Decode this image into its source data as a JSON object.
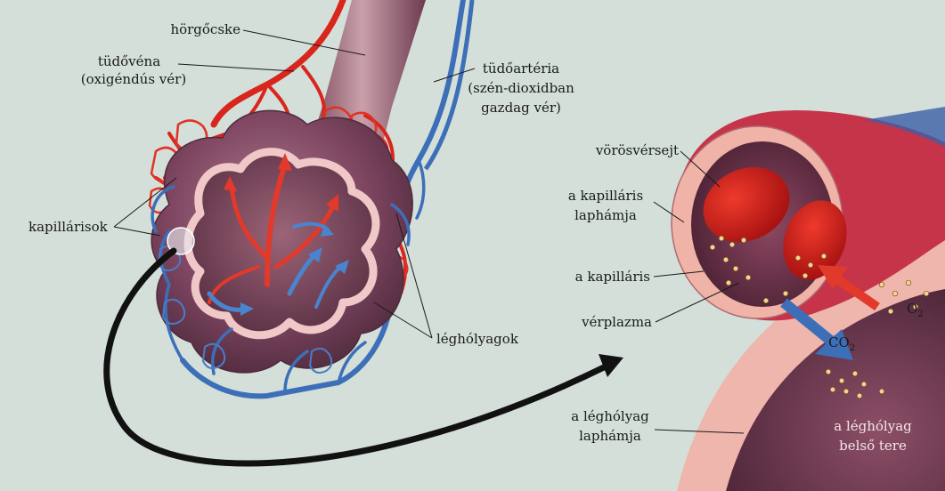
{
  "labels": {
    "bronchiole": "hörgőcske",
    "pulmonary_vein_line1": "tüdővéna",
    "pulmonary_vein_line2": "(oxigéndús vér)",
    "pulmonary_artery_line1": "tüdőartéria",
    "pulmonary_artery_line2": "(szén-dioxidban",
    "pulmonary_artery_line3": "gazdag vér)",
    "capillaries": "kapillárisok",
    "alveoli": "léghólyagok",
    "red_blood_cell": "vörösvérsejt",
    "capillary_epithelium_line1": "a kapilláris",
    "capillary_epithelium_line2": "laphámja",
    "capillary": "a kapilláris",
    "plasma": "vérplazma",
    "o2": "O",
    "o2_sub": "2",
    "co2": "CO",
    "co2_sub": "2",
    "alveolus_epithelium_line1": "a léghólyag",
    "alveolus_epithelium_line2": "laphámja",
    "alveolus_space_line1": "a léghólyag",
    "alveolus_space_line2": "belső tere"
  },
  "colors": {
    "background": "#d3dfd8",
    "vein_red": "#d9261c",
    "artery_blue": "#3d6fb8",
    "tissue_mauve": "#8a4f66",
    "tissue_pink": "#f0b8b0"
  }
}
